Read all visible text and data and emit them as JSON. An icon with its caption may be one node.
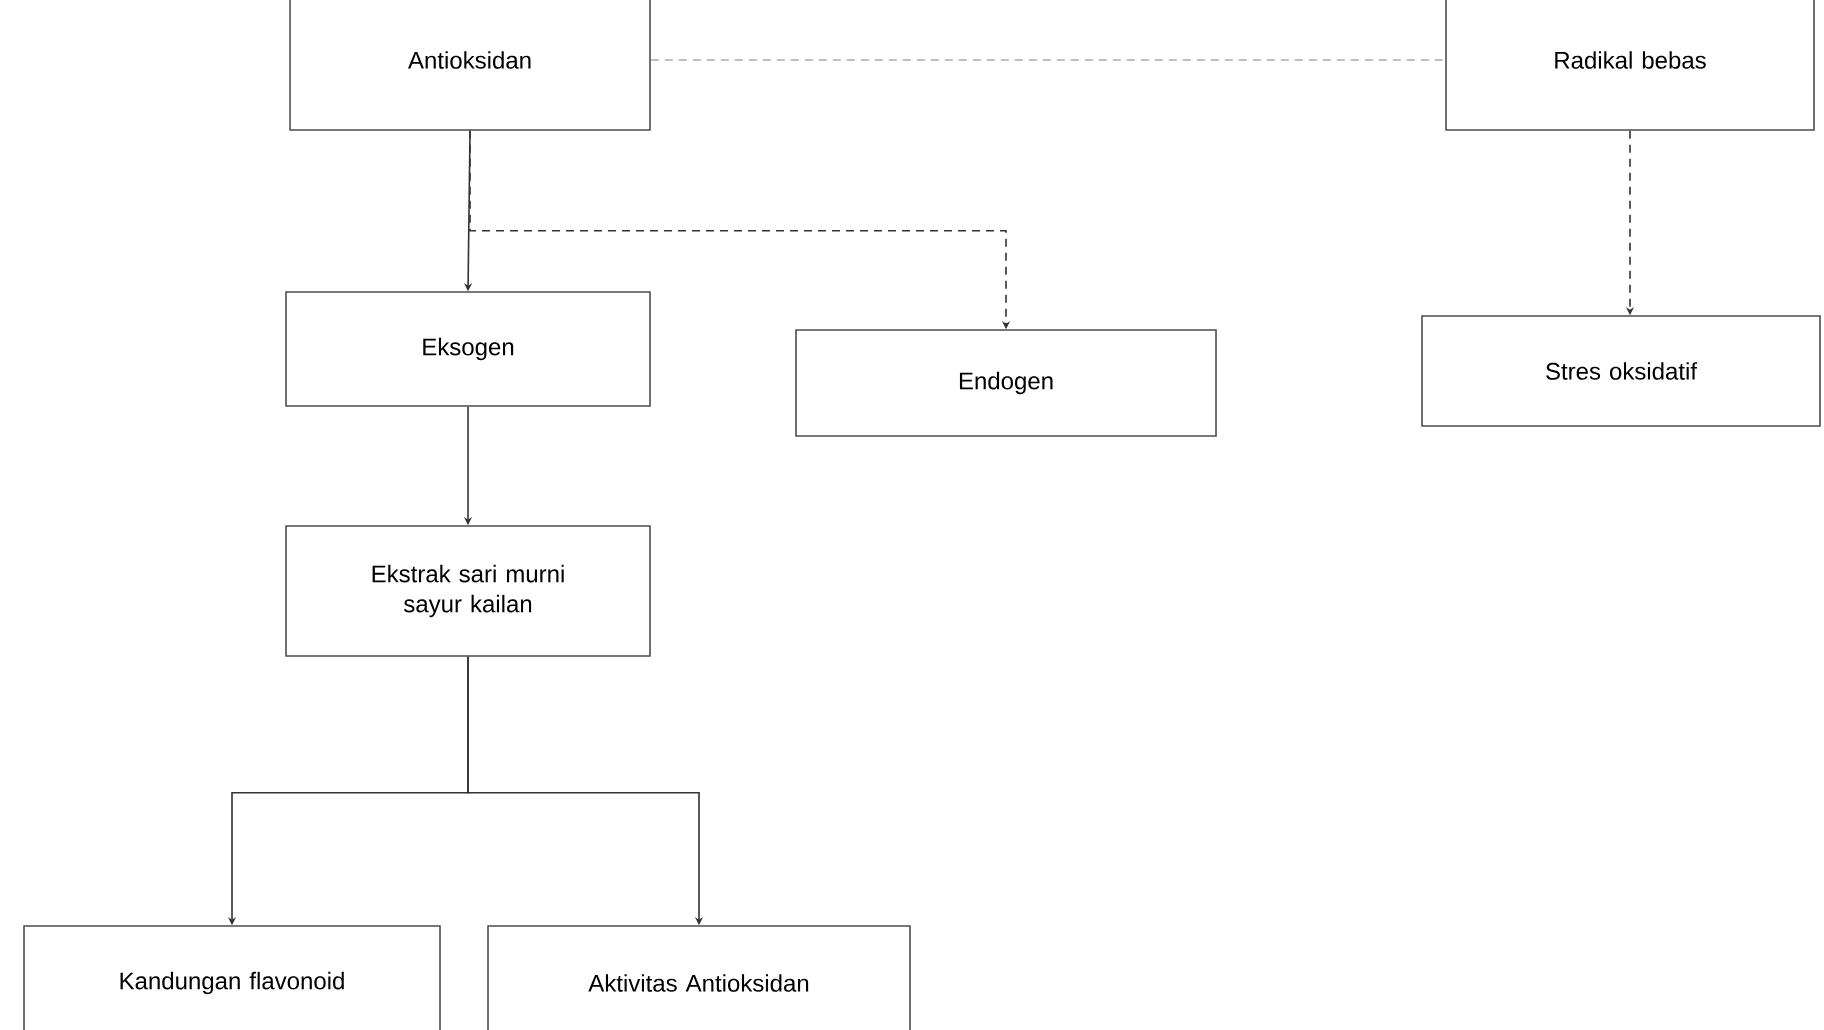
{
  "diagram": {
    "nodes": [
      {
        "text": [
          "Antioksidan"
        ]
      },
      {
        "text": [
          "Radikal bebas"
        ]
      },
      {
        "text": [
          "Eksogen"
        ]
      },
      {
        "text": [
          "Endogen"
        ]
      },
      {
        "text": [
          "Stres oksidatif"
        ]
      },
      {
        "text": [
          "Ekstrak sari murni sayur kailan"
        ]
      },
      {
        "text": [
          "Kandungan flavonoid"
        ]
      },
      {
        "text": [
          "Aktivitas Antioksidan"
        ]
      }
    ],
    "edges": [
      {
        "from": 0,
        "to": 1,
        "arrow": "none",
        "style": "dashed",
        "color": "#aaaaaa"
      },
      {
        "from": 0,
        "to": 2,
        "arrow": "to"
      },
      {
        "from": 0,
        "to": 3,
        "arrow": "to",
        "style": "dashed"
      },
      {
        "from": 1,
        "to": 4,
        "arrow": "to",
        "style": "dashed"
      },
      {
        "from": 2,
        "to": 5,
        "arrow": "to"
      },
      {
        "from": 5,
        "to": 6,
        "arrow": "to"
      },
      {
        "from": 5,
        "to": 7,
        "arrow": "to"
      }
    ]
  }
}
